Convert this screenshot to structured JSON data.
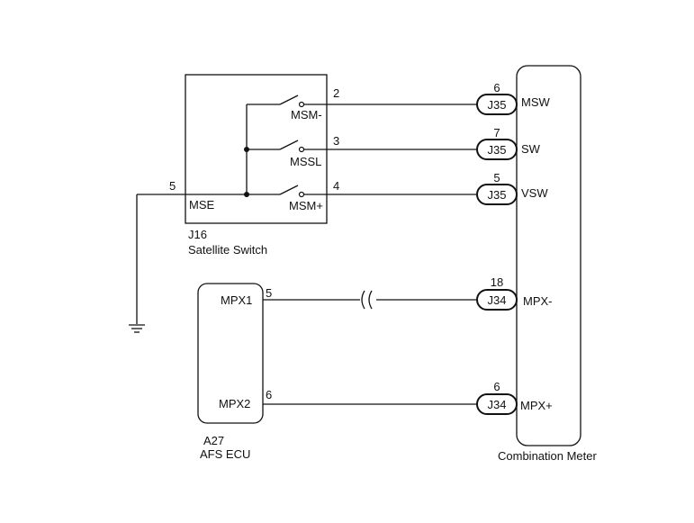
{
  "satellite_switch": {
    "code": "J16",
    "name": "Satellite Switch",
    "ground_pin": "5",
    "ground_pin_name": "MSE",
    "switches": [
      {
        "pin": "2",
        "label": "MSM-"
      },
      {
        "pin": "3",
        "label": "MSSL"
      },
      {
        "pin": "4",
        "label": "MSM+"
      }
    ]
  },
  "afs_ecu": {
    "code": "A27",
    "name": "AFS ECU",
    "pins": [
      {
        "pin": "5",
        "label": "MPX1"
      },
      {
        "pin": "6",
        "label": "MPX2"
      }
    ]
  },
  "combination_meter": {
    "name": "Combination Meter",
    "connectors": [
      {
        "connector": "J35",
        "pin": "6",
        "signal": "MSW"
      },
      {
        "connector": "J35",
        "pin": "7",
        "signal": "SW"
      },
      {
        "connector": "J35",
        "pin": "5",
        "signal": "VSW"
      },
      {
        "connector": "J34",
        "pin": "18",
        "signal": "MPX-"
      },
      {
        "connector": "J34",
        "pin": "6",
        "signal": "MPX+"
      }
    ]
  }
}
